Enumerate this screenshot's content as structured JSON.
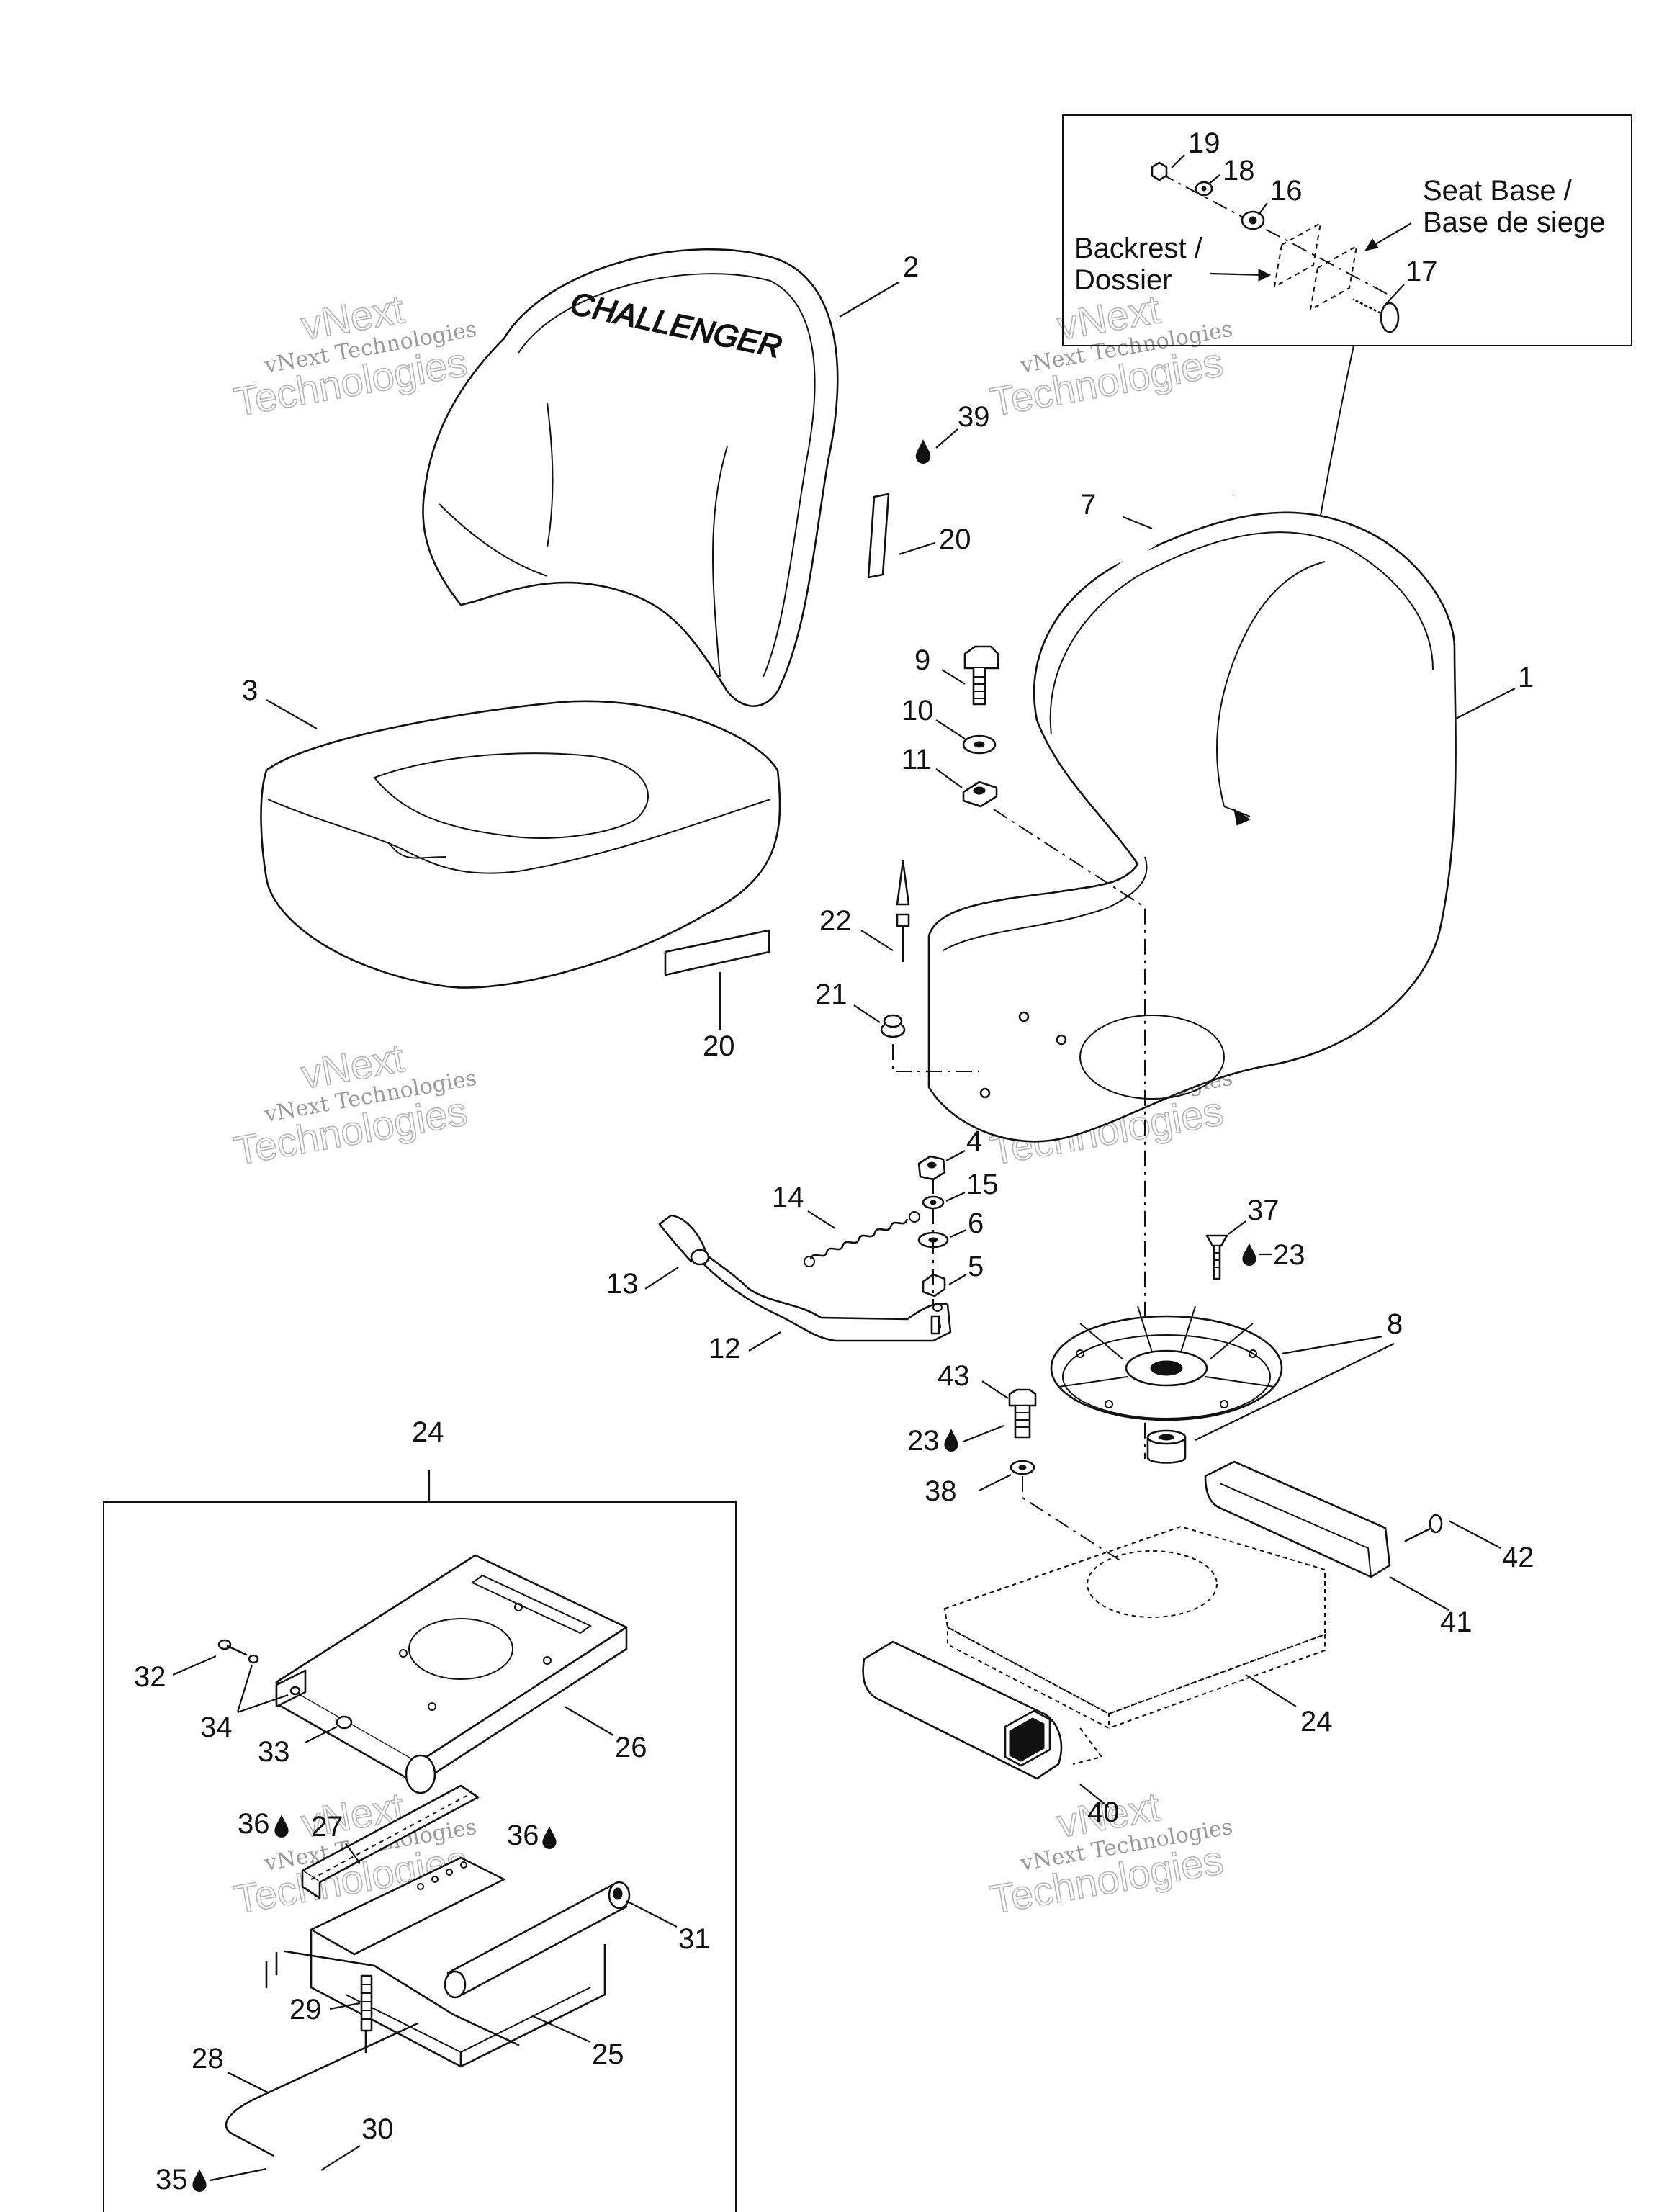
{
  "watermarks": [
    {
      "line1": "vNext",
      "line2": "vNext Technologies",
      "line3": "Technologies"
    },
    {
      "line1": "vNext",
      "line2": "vNext Technologies",
      "line3": "Technologies"
    },
    {
      "line1": "vNext",
      "line2": "vNext Technologies",
      "line3": "Technologies"
    },
    {
      "line1": "vNext",
      "line2": "vNext Technologies",
      "line3": "Technologies"
    },
    {
      "line1": "vNext",
      "line2": "vNext Technologies",
      "line3": "Technologies"
    },
    {
      "line1": "vNext",
      "line2": "vNext Technologies",
      "line3": "Technologies"
    }
  ],
  "detail_inset": {
    "seat_base_label": [
      "Seat Base /",
      "Base de siege"
    ],
    "backrest_label": [
      "Backrest /",
      "Dossier"
    ]
  },
  "callouts": {
    "c1": "1",
    "c2": "2",
    "c3": "3",
    "c4": "4",
    "c5": "5",
    "c6": "6",
    "c7": "7",
    "c8": "8",
    "c9": "9",
    "c10": "10",
    "c11": "11",
    "c12": "12",
    "c13": "13",
    "c14": "14",
    "c15": "15",
    "c16": "16",
    "c17": "17",
    "c18": "18",
    "c19": "19",
    "c20a": "20",
    "c20b": "20",
    "c21": "21",
    "c22": "22",
    "c23a": "23",
    "c23b": "23",
    "c24a": "24",
    "c24b": "24",
    "c25": "25",
    "c26": "26",
    "c27": "27",
    "c28": "28",
    "c29": "29",
    "c30": "30",
    "c31": "31",
    "c32": "32",
    "c33": "33",
    "c34": "34",
    "c35": "35",
    "c36a": "36",
    "c36b": "36",
    "c37": "37",
    "c38": "38",
    "c39": "39",
    "c40": "40",
    "c41": "41",
    "c42": "42",
    "c43": "43"
  },
  "logo_text": "CHALLENGER"
}
